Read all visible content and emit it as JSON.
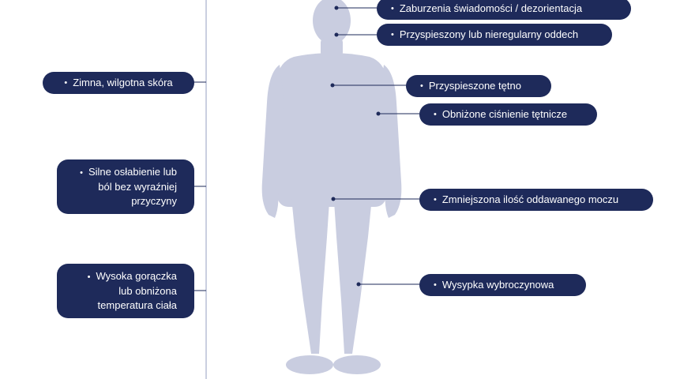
{
  "colors": {
    "pill_bg": "#1e2a5a",
    "pill_text": "#ffffff",
    "body_silhouette": "#c9cde0",
    "connector": "#1e2a5a",
    "vertical_axis": "#b9bfd6"
  },
  "bullet": "•",
  "right_labels": [
    {
      "id": "consciousness",
      "text": "Zaburzenia świadomości / dezorientacja"
    },
    {
      "id": "breathing",
      "text": "Przyspieszony lub nieregularny oddech"
    },
    {
      "id": "pulse",
      "text": "Przyspieszone tętno"
    },
    {
      "id": "blood-pressure",
      "text": "Obniżone ciśnienie tętnicze"
    },
    {
      "id": "urine",
      "text": "Zmniejszona ilość oddawanego moczu"
    },
    {
      "id": "rash",
      "text": "Wysypka wybroczynowa"
    }
  ],
  "left_labels": [
    {
      "id": "skin",
      "lines": [
        "Zimna, wilgotna skóra"
      ]
    },
    {
      "id": "weakness",
      "lines": [
        "Silne osłabienie lub",
        "ból bez wyraźniej",
        "przyczyny"
      ]
    },
    {
      "id": "fever",
      "lines": [
        "Wysoka gorączka",
        "lub obniżona",
        "temperatura ciała"
      ]
    }
  ]
}
